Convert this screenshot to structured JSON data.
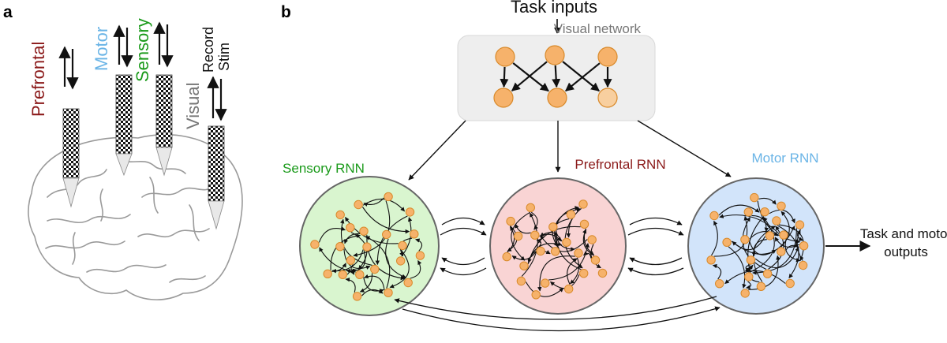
{
  "panel_a": {
    "letter": "a",
    "probes": [
      {
        "label": "Prefrontal",
        "color": "#8b1a1a"
      },
      {
        "label": "Motor",
        "color": "#6ab4e6"
      },
      {
        "label": "Sensory",
        "color": "#1a9a1a"
      },
      {
        "label": "Visual",
        "color": "#777777"
      }
    ],
    "record_label": "Record",
    "stim_label": "Stim"
  },
  "panel_b": {
    "letter": "b",
    "task_inputs": "Task inputs",
    "visual_network": "Visual network",
    "sensory_rnn": "Sensory RNN",
    "prefrontal_rnn": "Prefrontal RNN",
    "motor_rnn": "Motor RNN",
    "outputs_line1": "Task and motor",
    "outputs_line2": "outputs"
  },
  "colors": {
    "sensory_fill": "#d9f5cf",
    "prefrontal_fill": "#f9d4d4",
    "motor_fill": "#d2e4fa",
    "node_fill": "#f6b26b",
    "node_stroke": "#d98a2b",
    "visual_box": "#eeeeee"
  }
}
